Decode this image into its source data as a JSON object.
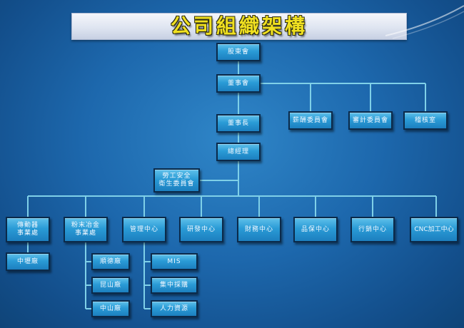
{
  "title": "公司組織架構",
  "nodes": {
    "shareholders": "股東會",
    "board": "董事會",
    "compensation": "薪酬委員會",
    "audit_committee": "審計委員會",
    "internal_audit": "稽核室",
    "chairman": "董事長",
    "general_manager": "總經理",
    "safety_committee": "勞工安全\n衛生委員會",
    "transmission": "傳動器\n事業處",
    "powder_metallurgy": "粉末冶金\n事業處",
    "management": "管理中心",
    "rd": "研發中心",
    "finance": "財務中心",
    "qa": "品保中心",
    "sales": "行銷中心",
    "cnc": "CNC加工中心",
    "zhongli": "中壢廠",
    "shunde": "順德廠",
    "kunshan": "昆山廠",
    "zhongshan": "中山廠",
    "mis": "MIS",
    "purchasing": "集中採購",
    "hr": "人力資源"
  },
  "colors": {
    "background": "#1d68ad",
    "node": "#2a9bd6",
    "line": "#7fd0e8",
    "title_text": "#f0e020"
  }
}
